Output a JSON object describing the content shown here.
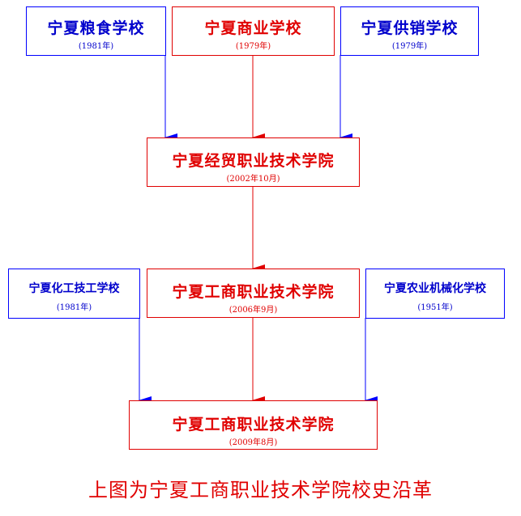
{
  "nodes": {
    "grain_school": {
      "name": "宁夏粮食学校",
      "date": "(1981年)"
    },
    "commerce_school": {
      "name": "宁夏商业学校",
      "date": "(1979年)"
    },
    "supply_school": {
      "name": "宁夏供销学校",
      "date": "(1979年)"
    },
    "econ_trade_college": {
      "name": "宁夏经贸职业技术学院",
      "date": "(2002年10月)"
    },
    "chem_school": {
      "name": "宁夏化工技工学校",
      "date": "(1981年)"
    },
    "biz_college_2006": {
      "name": "宁夏工商职业技术学院",
      "date": "(2006年9月)"
    },
    "agri_school": {
      "name": "宁夏农业机械化学校",
      "date": "(1951年)"
    },
    "biz_college_2009": {
      "name": "宁夏工商职业技术学院",
      "date": "(2009年8月)"
    }
  },
  "caption": "上图为宁夏工商职业技术学院校史沿革",
  "colors": {
    "blue": "#0000ff",
    "red": "#e00000"
  }
}
